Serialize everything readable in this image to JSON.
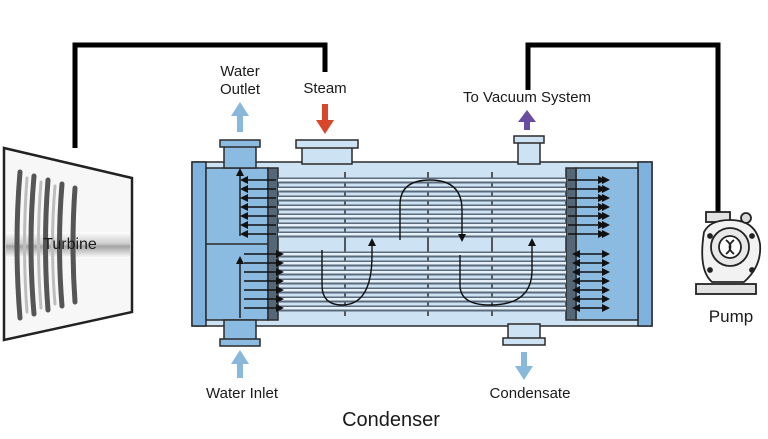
{
  "labels": {
    "turbine": "Turbine",
    "water_outlet_line1": "Water",
    "water_outlet_line2": "Outlet",
    "steam": "Steam",
    "to_vacuum": "To Vacuum System",
    "water_inlet": "Water Inlet",
    "condensate": "Condensate",
    "pump": "Pump",
    "caption": "Condenser"
  },
  "colors": {
    "shell_fill": "#cde2f3",
    "header_fill": "#7fb2dc",
    "tube_light": "#e6f1fa",
    "tube_dark": "#5a6b7c",
    "outline": "#2a2a2a",
    "arrow_water": "#8ab8da",
    "arrow_steam": "#d9472b",
    "arrow_vacuum": "#6a4ca0",
    "pipe": "#000000"
  },
  "icons": {
    "turbine": "turbine-icon",
    "pump": "pump-icon"
  }
}
